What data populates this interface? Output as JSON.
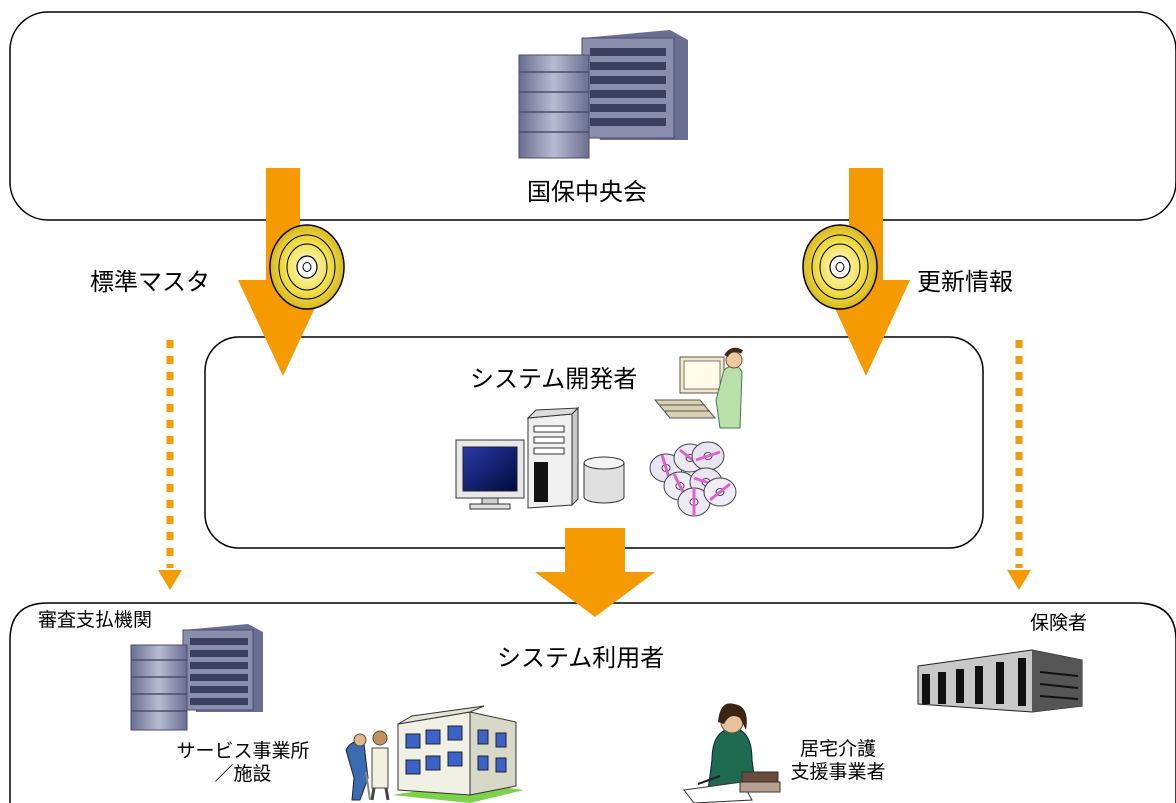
{
  "central": {
    "label": "国保中央会"
  },
  "flows": {
    "left_label": "標準マスタ",
    "right_label": "更新情報"
  },
  "developer": {
    "label": "システム開発者"
  },
  "users": {
    "label": "システム利用者",
    "review_org": "審査支払機関",
    "insurer": "保険者",
    "service_line1": "サービス事業所",
    "service_line2": "／施設",
    "care_line1": "居宅介護",
    "care_line2": "支援事業者"
  },
  "colors": {
    "arrow": "#f59a00",
    "cd_gold": "#f2e04a",
    "building": "#7a7e9c",
    "outline": "#000000"
  },
  "icons": [
    "office-building-icon",
    "cd-disc-icon",
    "computer-user-icon",
    "monitor-icon",
    "server-tower-icon",
    "database-icon",
    "cd-stack-icon",
    "school-building-icon",
    "caregiver-icon",
    "care-manager-icon",
    "government-building-icon"
  ]
}
